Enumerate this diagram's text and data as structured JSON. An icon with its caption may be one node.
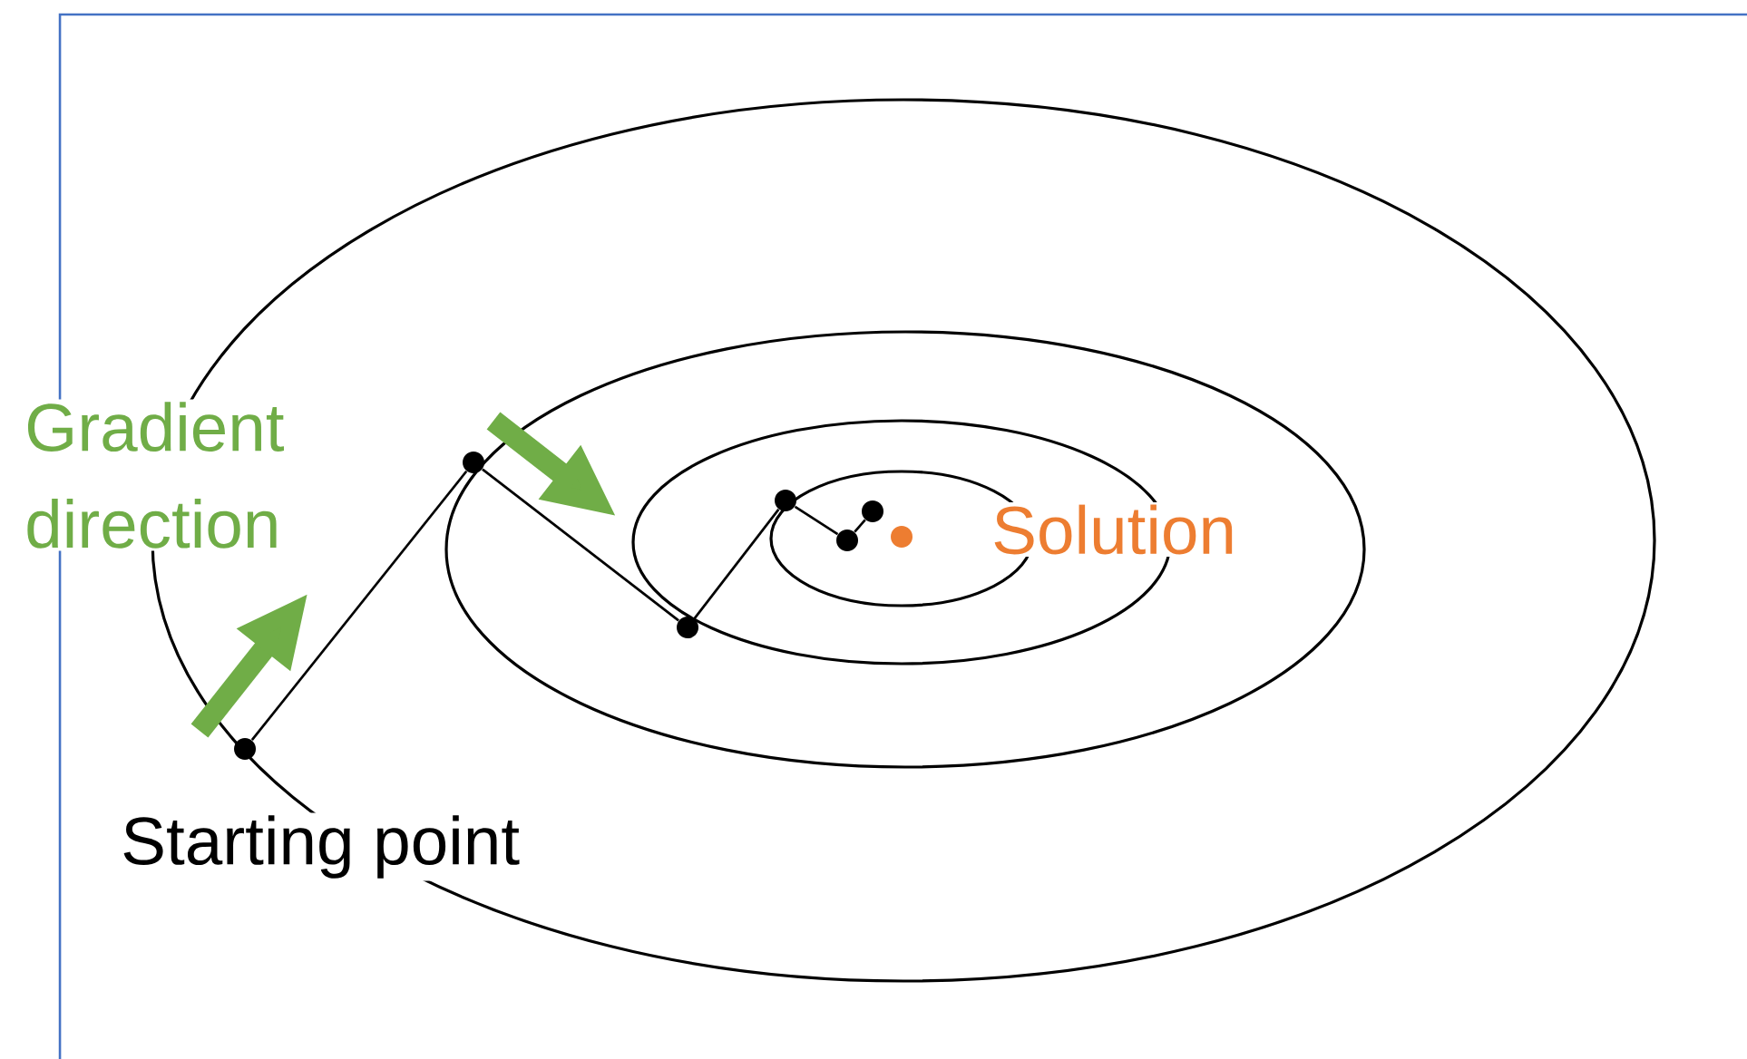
{
  "diagram": {
    "nodes": [
      {
        "text": [],
        "shape": "circle",
        "beside": [
          "Starting point"
        ]
      },
      {
        "text": [],
        "shape": "circle"
      },
      {
        "text": [],
        "shape": "circle"
      },
      {
        "text": [],
        "shape": "circle"
      },
      {
        "text": [],
        "shape": "circle"
      },
      {
        "text": [],
        "shape": "circle"
      },
      {
        "text": [],
        "shape": "circle",
        "beside": [
          "Solution"
        ]
      }
    ],
    "edges": [
      {
        "from": 0,
        "to": 1,
        "arrow": "none"
      },
      {
        "from": 1,
        "to": 2,
        "arrow": "none"
      },
      {
        "from": 2,
        "to": 3,
        "arrow": "none"
      },
      {
        "from": 3,
        "to": 4,
        "arrow": "none"
      },
      {
        "from": 4,
        "to": 5,
        "arrow": "none"
      }
    ],
    "labels": [
      "Gradient direction"
    ]
  }
}
